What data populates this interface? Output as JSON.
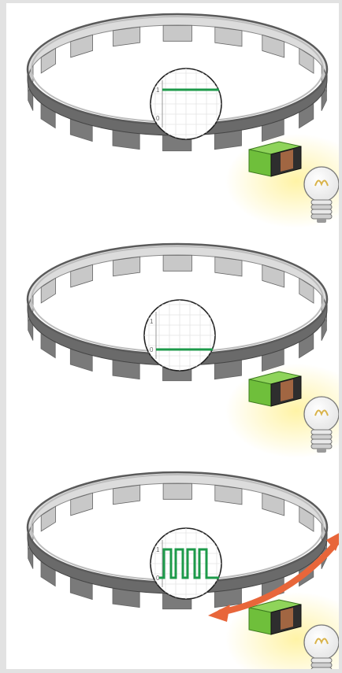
{
  "figure": {
    "accent_colors": {
      "ring_light": "#dcdcdc",
      "ring_dark": "#6a6a6a",
      "signal_green": "#1d9a4a",
      "sensor_green": "#6fbf3b",
      "magnet_dark": "#2e2e2e",
      "glow_yellow": "#fff3a6",
      "arrow_orange": "#e8663a"
    },
    "panels": [
      {
        "id": "panel-1",
        "graph": {
          "y_labels": [
            "1",
            "0"
          ],
          "signal": "constant-high"
        },
        "lamp": "lit",
        "has_rotation_arrow": false
      },
      {
        "id": "panel-2",
        "graph": {
          "y_labels": [
            "1",
            "0"
          ],
          "signal": "constant-low"
        },
        "lamp": "lit",
        "has_rotation_arrow": false
      },
      {
        "id": "panel-3",
        "graph": {
          "y_labels": [
            "1",
            "0"
          ],
          "signal": "square-wave"
        },
        "lamp": "lit",
        "has_rotation_arrow": true
      }
    ]
  }
}
